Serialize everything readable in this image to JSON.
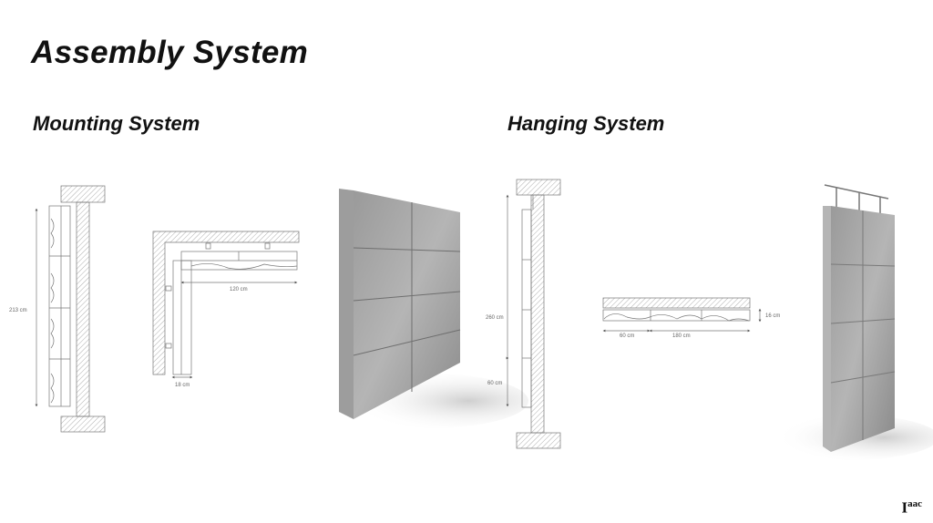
{
  "slide": {
    "title": "Assembly System",
    "logo": "IaaC"
  },
  "mounting": {
    "heading": "Mounting System",
    "section_height": "213 cm",
    "plan_width": "120 cm",
    "plan_depth": "18 cm"
  },
  "hanging": {
    "heading": "Hanging System",
    "section_height": "260 cm",
    "section_lower": "60 cm",
    "plan_depth": "16 cm",
    "plan_segment_a": "60 cm",
    "plan_segment_b": "180 cm"
  }
}
